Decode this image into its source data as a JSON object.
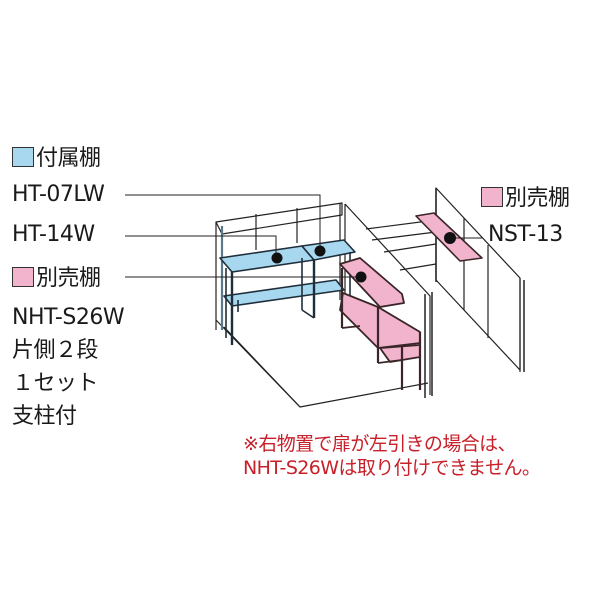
{
  "legend": {
    "included_shelf": {
      "title": "付属棚",
      "color": "#a8d8f0",
      "models": [
        "HT-07LW",
        "HT-14W"
      ]
    },
    "sold_separately_left": {
      "title": "別売棚",
      "color": "#f2b3cd",
      "model": "NHT-S26W",
      "details": [
        "片側２段",
        "１セット",
        "支柱付"
      ]
    },
    "sold_separately_right": {
      "title": "別売棚",
      "color": "#f2b3cd",
      "model": "NST-13"
    }
  },
  "note": {
    "color": "#c8202a",
    "lines": [
      "※右物置で扉が左引きの場合は、",
      "NHT-S26Wは取り付けできません。"
    ]
  }
}
